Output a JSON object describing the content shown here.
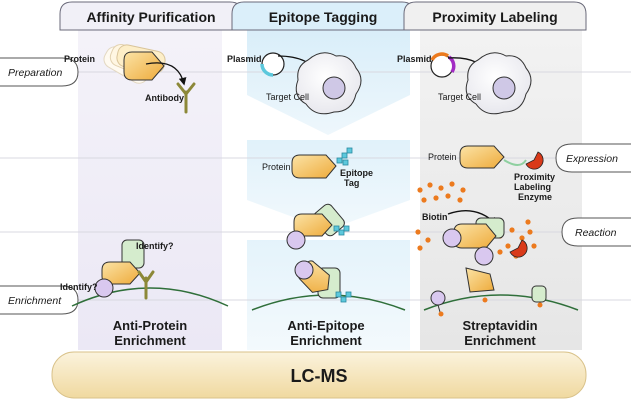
{
  "columns": [
    {
      "header": "Affinity Purification",
      "enrichment": [
        "Anti-Protein",
        "Enrichment"
      ]
    },
    {
      "header": "Epitope Tagging",
      "enrichment": [
        "Anti-Epitope",
        "Enrichment"
      ]
    },
    {
      "header": "Proximity Labeling",
      "enrichment": [
        "Streptavidin",
        "Enrichment"
      ]
    }
  ],
  "steps": {
    "preparation": "Preparation",
    "expression": "Expression",
    "reaction": "Reaction",
    "enrichment": "Enrichment"
  },
  "labels": {
    "protein": "Protein",
    "antibody": "Antibody",
    "plasmid": "Plasmid",
    "target_cell": "Target Cell",
    "epitope_tag": [
      "Epitope",
      "Tag"
    ],
    "proximity_enzyme": [
      "Proximity",
      "Labeling",
      "Enzyme"
    ],
    "biotin": "Biotin",
    "identify": "Identify?"
  },
  "footer": "LC-MS",
  "colors": {
    "protein": "#f6c35a",
    "antibody": "#a6a24a",
    "tag": "#5cc8dc",
    "enzyme": "#d93a1a",
    "biotin": "#ec7a1e",
    "purple": "#d9c8ef",
    "green": "#d5eccd"
  }
}
